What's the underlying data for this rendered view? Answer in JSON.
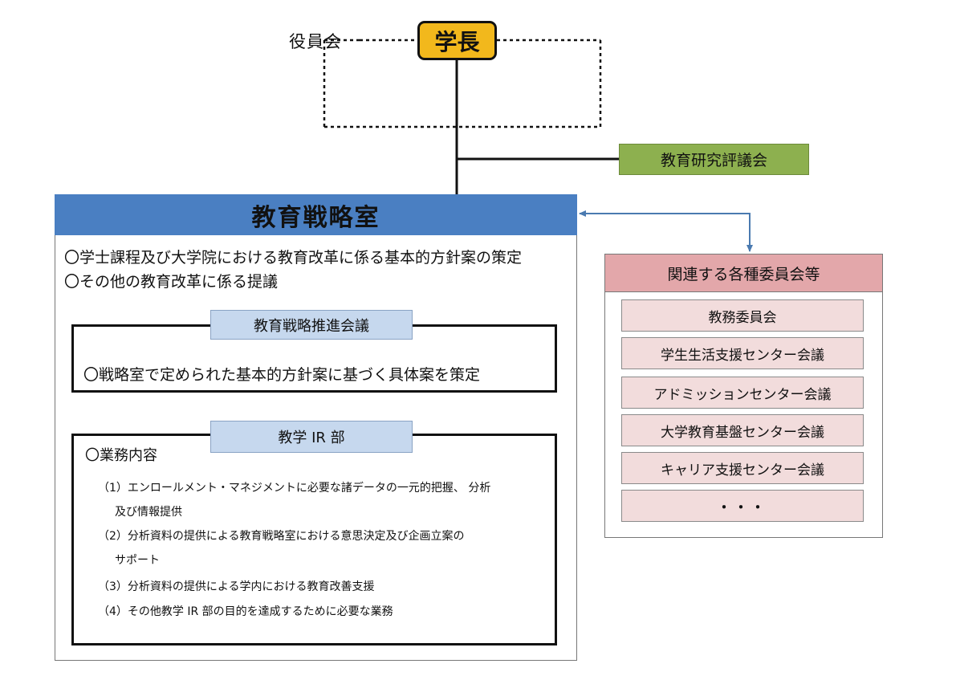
{
  "board_label": "役員会",
  "president_label": "学長",
  "council_label": "教育研究評議会",
  "strategy": {
    "title": "教育戦略室",
    "duties": [
      "〇学士課程及び大学院における教育改革に係る基本的方針案の策定",
      "〇その他の教育改革に係る提議"
    ]
  },
  "promotion": {
    "title": "教育戦略推進会議",
    "duty": "〇戦略室で定められた基本的方針案に基づく具体案を策定"
  },
  "ir": {
    "title": "教学 IR 部",
    "section_title": "〇業務内容",
    "items": [
      "（1）エンロールメント・マネジメントに必要な諸データの一元的把握、 分析",
      "及び情報提供",
      "（2）分析資料の提供による教育戦略室における意思決定及び企画立案の",
      "サポート",
      "（3）分析資料の提供による学内における教育改善支援",
      "（4）その他教学 IR 部の目的を達成するために必要な業務"
    ]
  },
  "committees": {
    "title": "関連する各種委員会等",
    "items": [
      "教務委員会",
      "学生生活支援センター会議",
      "アドミッションセンター会議",
      "大学教育基盤センター会議",
      "キャリア支援センター会議",
      "・・・"
    ]
  },
  "colors": {
    "president": "#f2b81c",
    "council": "#8db04f",
    "strategy_header": "#4a7fc2",
    "sub_label": "#c6d8ee",
    "committees_header": "#e3a7aa",
    "committee_item": "#f2dcdc",
    "arrow": "#4a7ab0"
  }
}
